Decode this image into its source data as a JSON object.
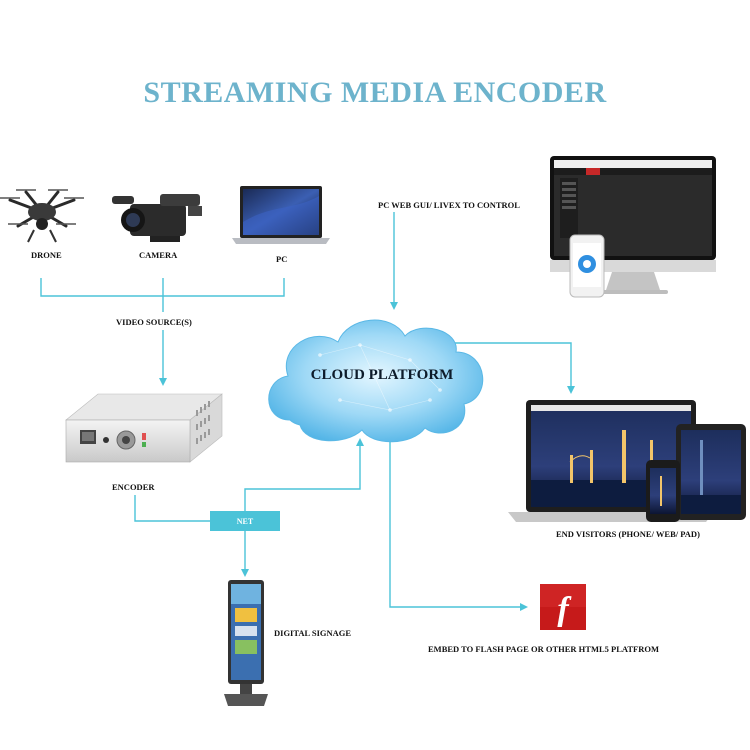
{
  "title": "STREAMING MEDIA ENCODER",
  "sources": {
    "drone": "DRONE",
    "camera": "CAMERA",
    "pc": "PC"
  },
  "video_source_label": "VIDEO SOURCE(S)",
  "encoder_label": "ENCODER",
  "net_label": "NET",
  "digital_signage_label": "DIGITAL SIGNAGE",
  "cloud_label": "CLOUD PLATFORM",
  "control_label": "PC WEB GUI/ LIVEX TO CONTROL",
  "end_visitors_label": "END VISITORS (PHONE/ WEB/  PAD)",
  "embed_label": "EMBED TO  FLASH PAGE OR OTHER HTML5 PLATFROM",
  "flash_glyph": "f",
  "colors": {
    "title": "#6db3cc",
    "line": "#4bc3d8",
    "cloud": "#6ec4ee",
    "flash": "#c61a1a"
  }
}
